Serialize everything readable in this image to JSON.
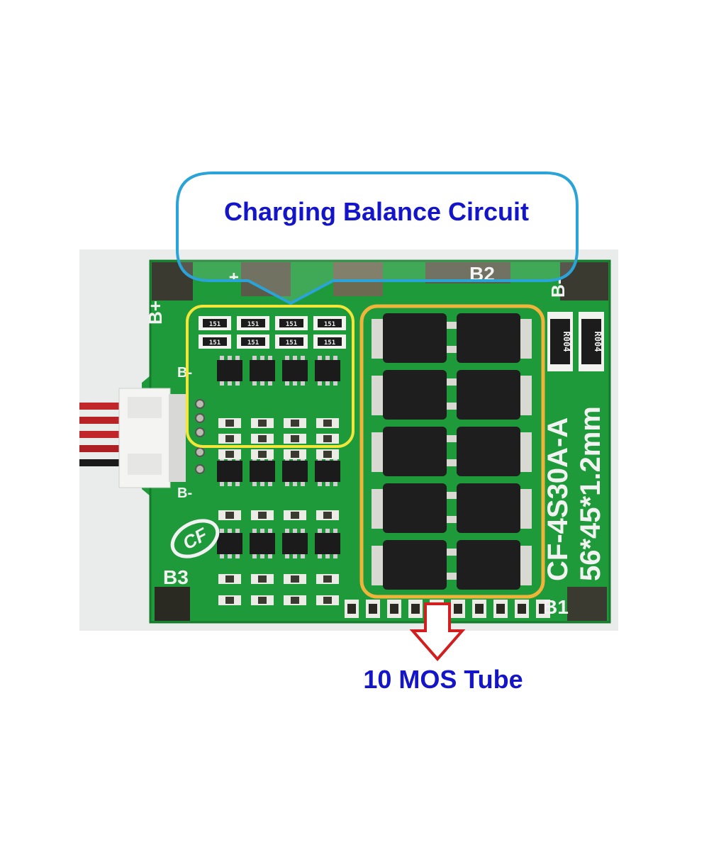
{
  "annotations": {
    "balance_callout": "Charging Balance Circuit",
    "mos_callout": "10 MOS Tube"
  },
  "board": {
    "model_marking": "CF-4S30A-A",
    "size_marking": "56*45*1.2mm",
    "pad_labels": {
      "b_plus": "B+",
      "b_minus": "B-",
      "b1": "B1",
      "b2": "B2",
      "b3": "B3",
      "connector_plus": "+",
      "connector_minus": "B-",
      "connector_bottom_minus": "B-"
    },
    "logo_text": "CF",
    "shunt_resistor_marking": "R004",
    "balance_resistor_marking": "151"
  },
  "colors": {
    "pcb_green": "#1f9a3a",
    "callout_blue": "#2aa3d8",
    "balance_box_yellow": "#f2e63a",
    "mos_box_orange": "#f0b43a",
    "arrow_red": "#d21e1e",
    "annotation_text": "#1414c8"
  }
}
